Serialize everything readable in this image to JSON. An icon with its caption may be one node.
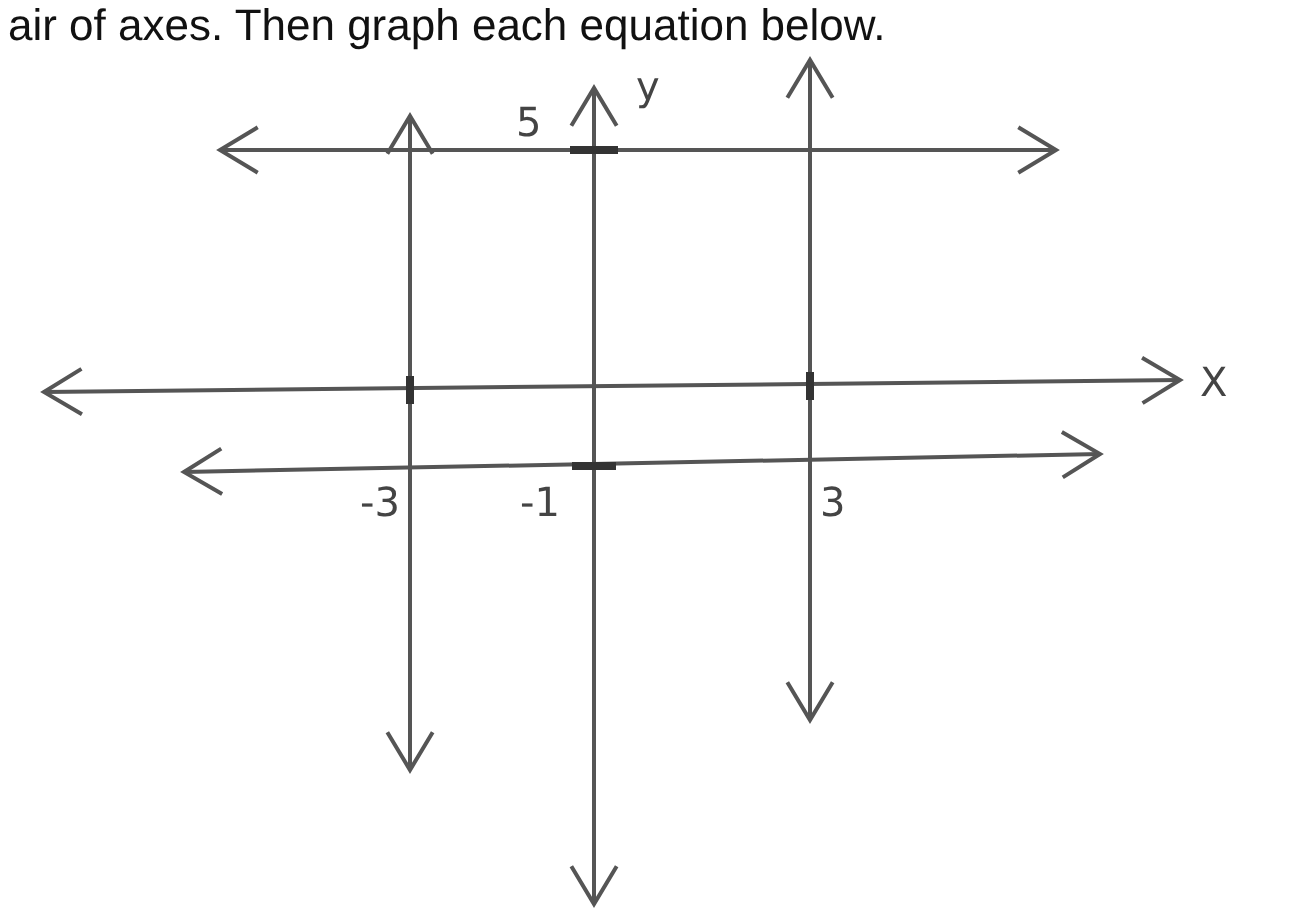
{
  "diagram": {
    "title": "air of axes.  Then graph each equation below.",
    "labels": [
      "y",
      "5",
      "-3",
      "-1",
      "3",
      "X"
    ]
  }
}
